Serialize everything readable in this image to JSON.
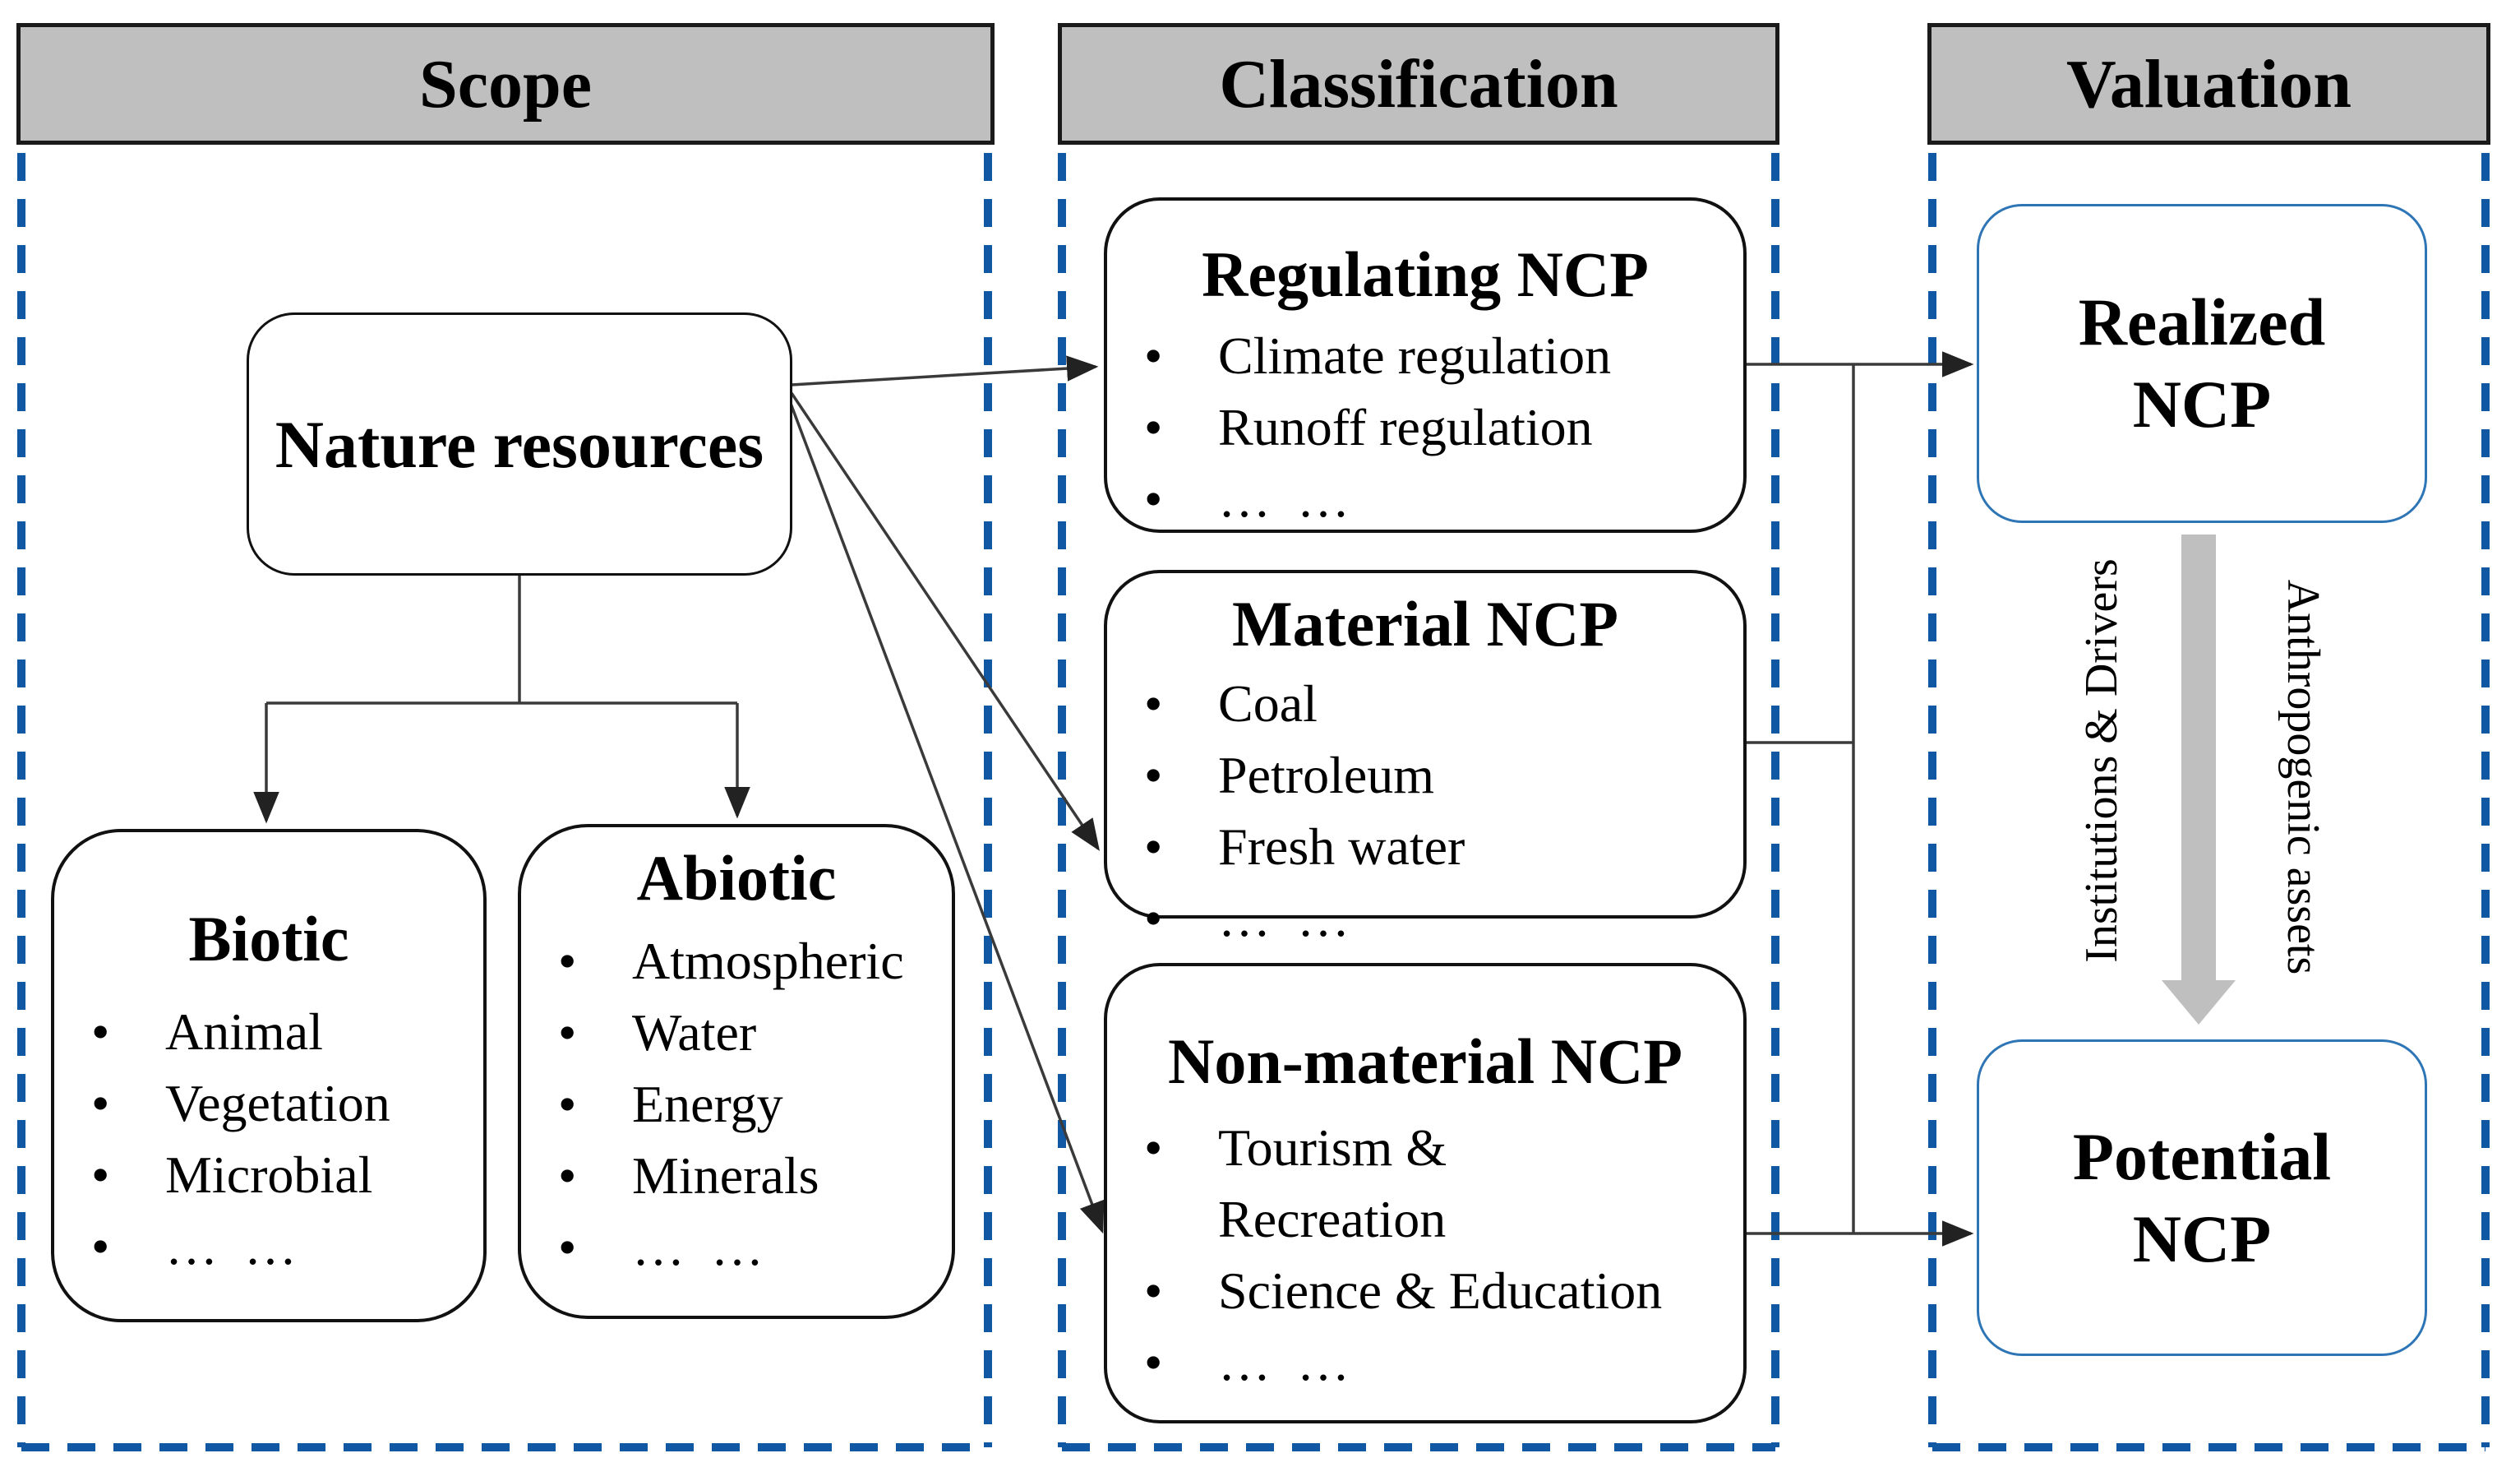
{
  "colors": {
    "header_fill": "#bfbfbf",
    "header_border": "#1a1a1a",
    "dashed_border": "#1058a4",
    "box_border_dark": "#111111",
    "valuation_box_border": "#2e75b6",
    "connector": "#3a3a3a",
    "big_arrow_fill": "#bfbfbf",
    "text": "#000000",
    "page_bg": "#ffffff"
  },
  "headers": {
    "scope": "Scope",
    "classification": "Classification",
    "valuation": "Valuation"
  },
  "scope": {
    "root": {
      "title": "Nature resources"
    },
    "biotic": {
      "title": "Biotic",
      "items": [
        "Animal",
        "Vegetation",
        "Microbial",
        "…  …"
      ]
    },
    "abiotic": {
      "title": "Abiotic",
      "items": [
        "Atmospheric",
        "Water",
        "Energy",
        "Minerals",
        "…  …"
      ]
    }
  },
  "classification": {
    "regulating": {
      "title": "Regulating NCP",
      "items": [
        "Climate regulation",
        "Runoff regulation",
        "…  …"
      ]
    },
    "material": {
      "title": "Material NCP",
      "items": [
        "Coal",
        "Petroleum",
        "Fresh water",
        "…  …"
      ]
    },
    "non_material": {
      "title": "Non-material NCP",
      "items": [
        "Tourism &\nRecreation",
        "Science & Education",
        "…  …"
      ]
    }
  },
  "valuation": {
    "realized": {
      "title": "Realized\nNCP"
    },
    "potential": {
      "title": "Potential\nNCP"
    },
    "left_axis_label": "Institutions & Drivers",
    "right_axis_label": "Anthropogenic assets"
  }
}
